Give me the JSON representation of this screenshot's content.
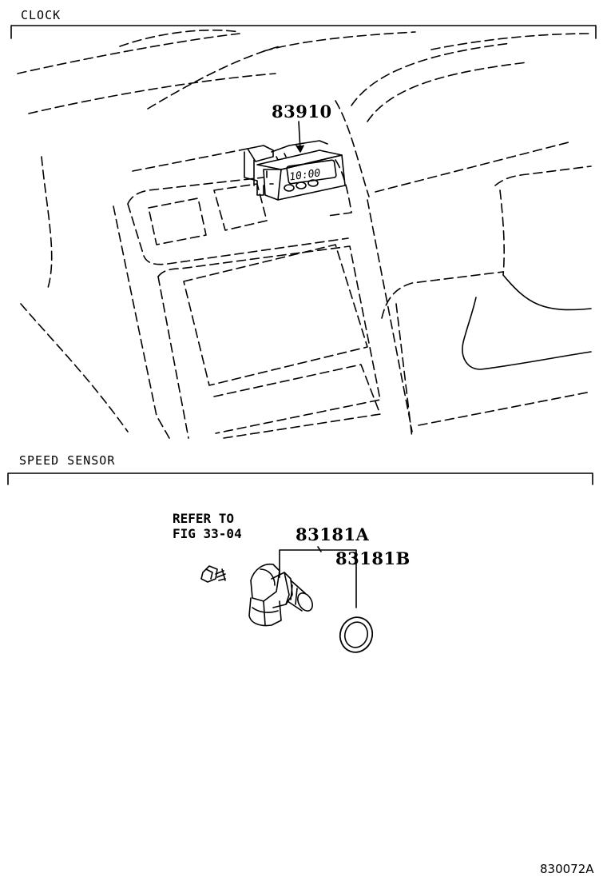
{
  "sections": {
    "clock": {
      "title": "CLOCK"
    },
    "speed_sensor": {
      "title": "SPEED SENSOR"
    }
  },
  "parts": {
    "clock_unit": {
      "number": "83910"
    },
    "speed_sensor": {
      "number": "83181A"
    },
    "o_ring": {
      "number": "83181B"
    }
  },
  "reference": {
    "line1": "REFER TO",
    "line2": "FIG 33-04"
  },
  "clock_display": "10:00",
  "figure_code": "830072A"
}
